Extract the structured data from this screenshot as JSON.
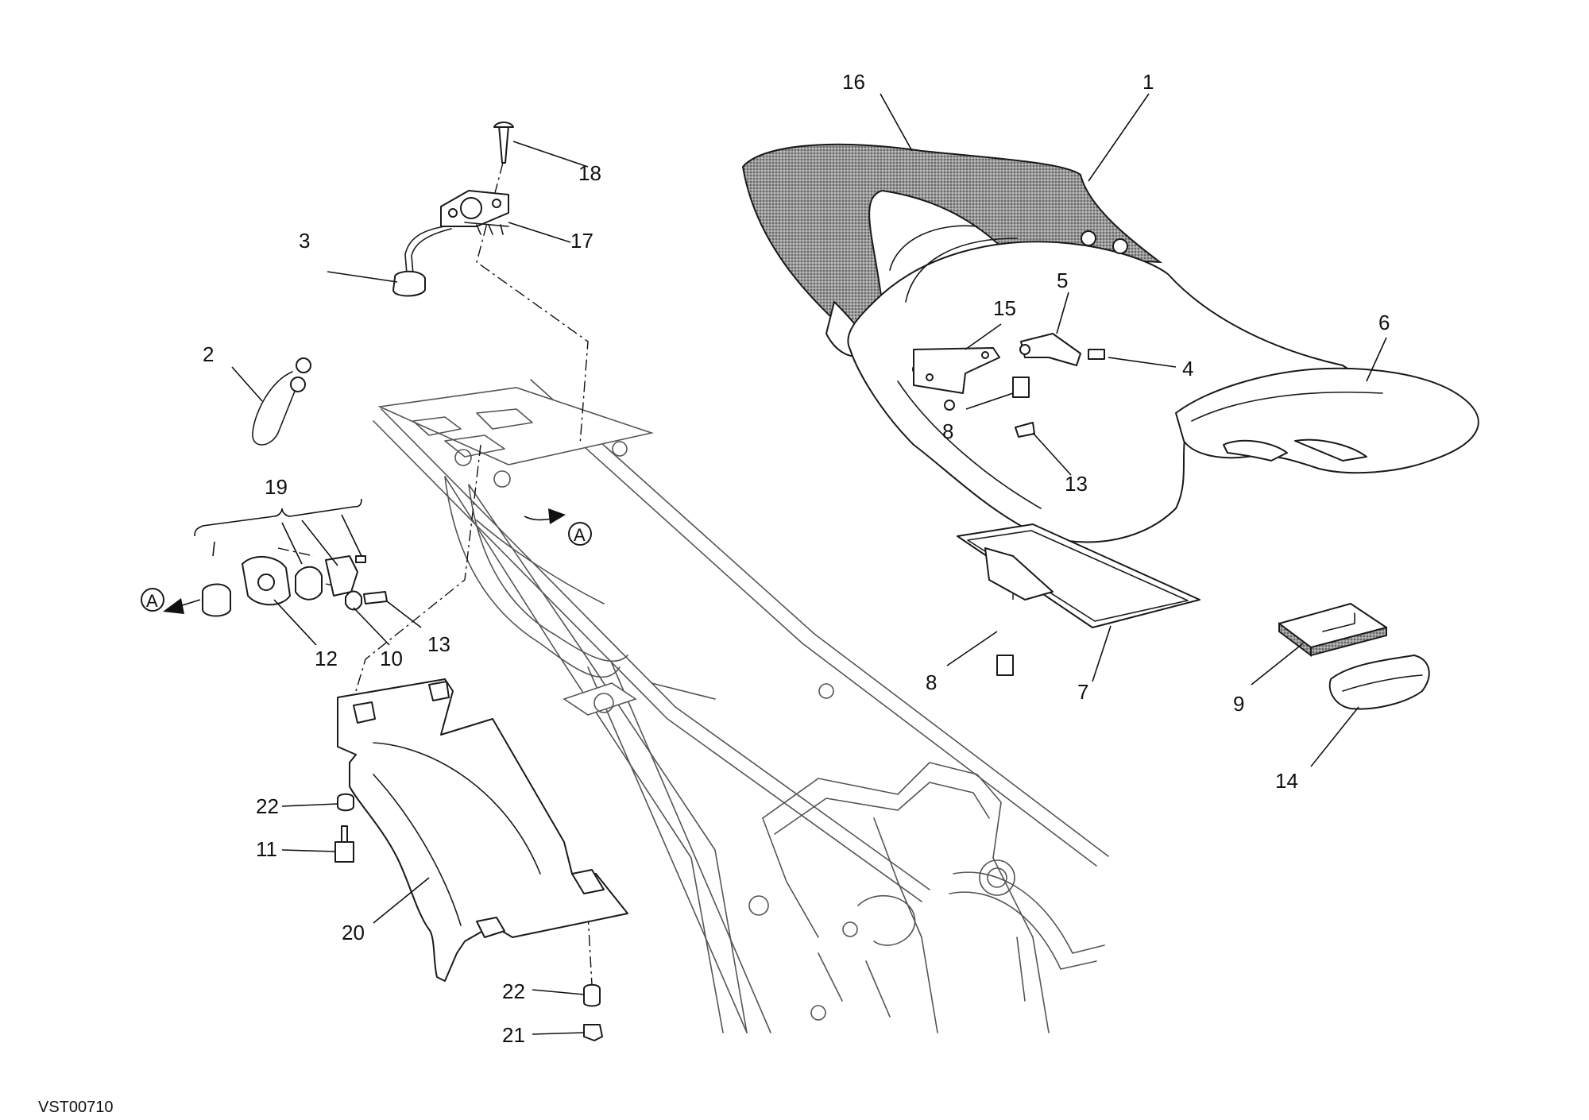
{
  "drawing_code": "VST00710",
  "view_marker": "A",
  "callouts": [
    {
      "id": "c1",
      "text": "1"
    },
    {
      "id": "c2",
      "text": "2"
    },
    {
      "id": "c3",
      "text": "3"
    },
    {
      "id": "c4",
      "text": "4"
    },
    {
      "id": "c5",
      "text": "5"
    },
    {
      "id": "c6",
      "text": "6"
    },
    {
      "id": "c7",
      "text": "7"
    },
    {
      "id": "c8a",
      "text": "8"
    },
    {
      "id": "c8b",
      "text": "8"
    },
    {
      "id": "c9",
      "text": "9"
    },
    {
      "id": "c10",
      "text": "10"
    },
    {
      "id": "c11",
      "text": "11"
    },
    {
      "id": "c12",
      "text": "12"
    },
    {
      "id": "c13a",
      "text": "13"
    },
    {
      "id": "c13b",
      "text": "13"
    },
    {
      "id": "c14",
      "text": "14"
    },
    {
      "id": "c15",
      "text": "15"
    },
    {
      "id": "c16",
      "text": "16"
    },
    {
      "id": "c17",
      "text": "17"
    },
    {
      "id": "c18",
      "text": "18"
    },
    {
      "id": "c19",
      "text": "19"
    },
    {
      "id": "c20",
      "text": "20"
    },
    {
      "id": "c21",
      "text": "21"
    },
    {
      "id": "c22a",
      "text": "22"
    },
    {
      "id": "c22b",
      "text": "22"
    }
  ]
}
